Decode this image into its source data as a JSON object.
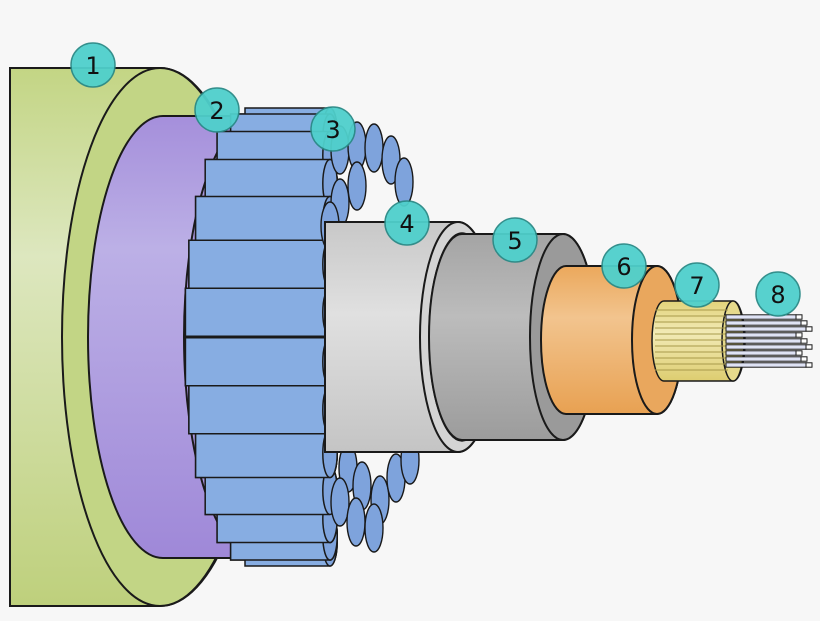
{
  "diagram": {
    "layers": [
      "1",
      "2",
      "3",
      "4",
      "5",
      "6",
      "7",
      "8"
    ]
  },
  "colors": {
    "outer_sheath": "#c2d585",
    "outer_sheath_light": "#dce6bf",
    "armour_wrap": "#a896dc",
    "armour_wires": "#87ade2",
    "inner_sheath": "#d2d2d2",
    "metal_tube": "#aaaaaa",
    "insulation": "#ebaa62",
    "copper_conductor": "#e8de90",
    "fibers": "#dfe3f5",
    "badge": "#4fd0cc",
    "outline": "#1a1a1a",
    "background": "#f7f7f7"
  }
}
